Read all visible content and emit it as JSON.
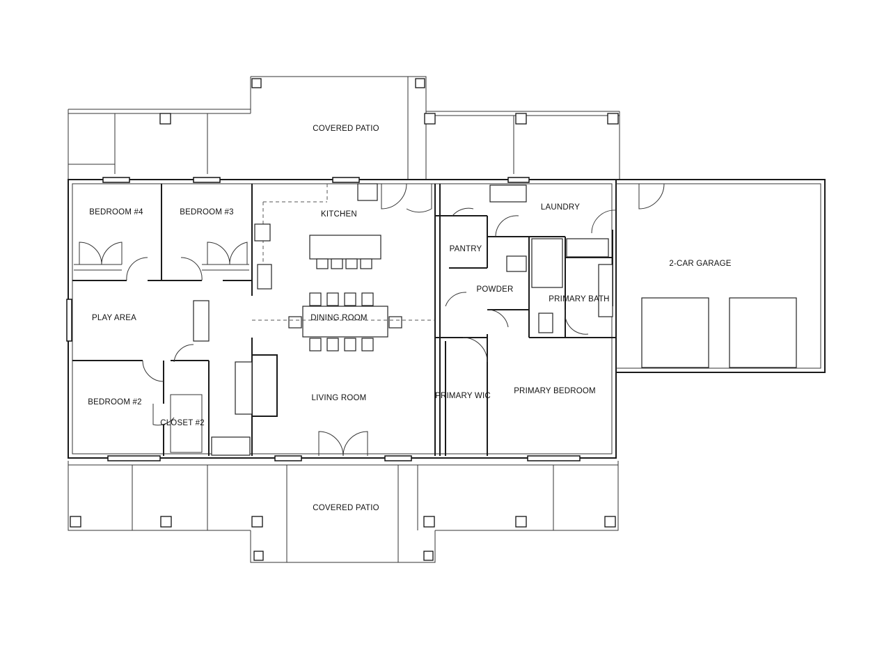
{
  "plan": {
    "rooms": {
      "covered_patio_top": "COVERED PATIO",
      "bedroom_4": "BEDROOM #4",
      "bedroom_3": "BEDROOM #3",
      "kitchen": "KITCHEN",
      "laundry": "LAUNDRY",
      "pantry": "PANTRY",
      "garage": "2-CAR GARAGE",
      "powder": "POWDER",
      "primary_bath": "PRIMARY BATH",
      "play_area": "PLAY AREA",
      "dining_room": "DINING ROOM",
      "bedroom_2": "BEDROOM #2",
      "closet_2": "CLOSET #2",
      "living_room": "LIVING ROOM",
      "primary_wic": "PRIMARY WIC",
      "primary_bedroom": "PRIMARY BEDROOM",
      "covered_patio_bottom": "COVERED PATIO"
    }
  }
}
